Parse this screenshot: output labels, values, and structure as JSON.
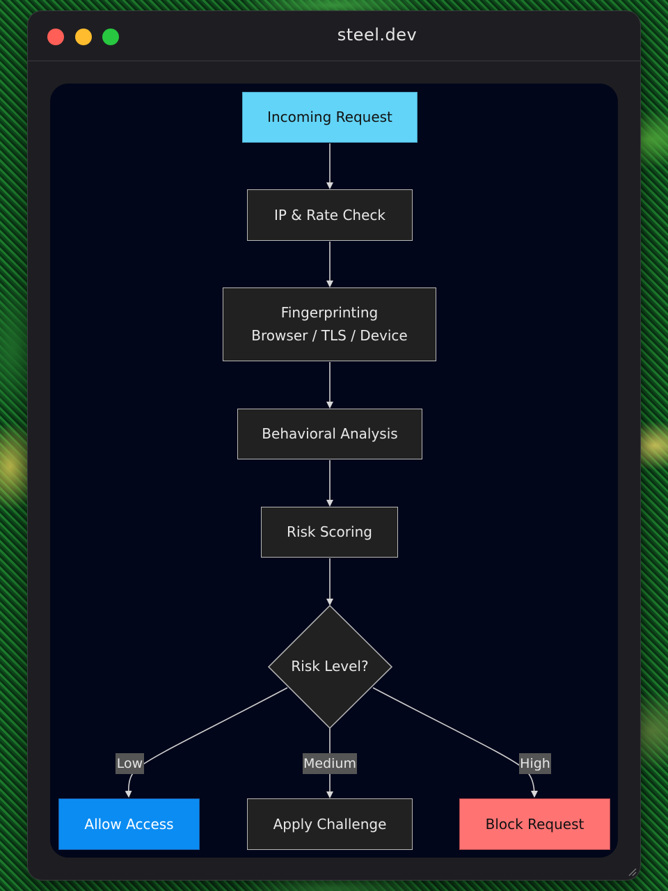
{
  "window": {
    "title": "steel.dev"
  },
  "diagram": {
    "nodes": {
      "incoming": "Incoming Request",
      "ip_rate": "IP & Rate Check",
      "fingerprinting": "Fingerprinting\nBrowser / TLS / Device",
      "behavioral": "Behavioral Analysis",
      "risk_scoring": "Risk Scoring",
      "risk_level": "Risk Level?",
      "allow": "Allow Access",
      "challenge": "Apply Challenge",
      "block": "Block Request"
    },
    "edge_labels": {
      "low": "Low",
      "medium": "Medium",
      "high": "High"
    },
    "colors": {
      "start": "#62d4f7",
      "allow": "#0b8cf2",
      "block": "#ff7373",
      "default_node": "#212121"
    }
  }
}
